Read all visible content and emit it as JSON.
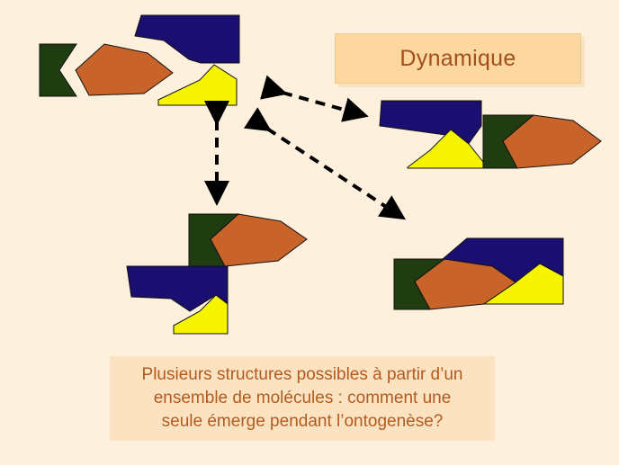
{
  "title": "Dynamique",
  "caption": {
    "line1": "Plusieurs structures possibles à partir d’un",
    "line2": "ensemble de molécules : comment une",
    "line3": "seule émerge pendant l’ontogenèse?"
  },
  "colors": {
    "background": "#fdf1de",
    "title_box": "#fcd8a0",
    "title_text": "#a14f1c",
    "caption_text": "#b35a1f",
    "navy_piece": "#1a0f70",
    "green_piece": "#1f3d10",
    "orange_piece": "#c8642a",
    "yellow_piece": "#f7f400",
    "arrow": "#000000"
  },
  "icons": {
    "pieces": [
      "navy-block",
      "dark-green-notched-block",
      "orange-pentagon",
      "yellow-quadrilateral"
    ],
    "arrows": [
      "double-headed-dashed-arrow"
    ]
  }
}
